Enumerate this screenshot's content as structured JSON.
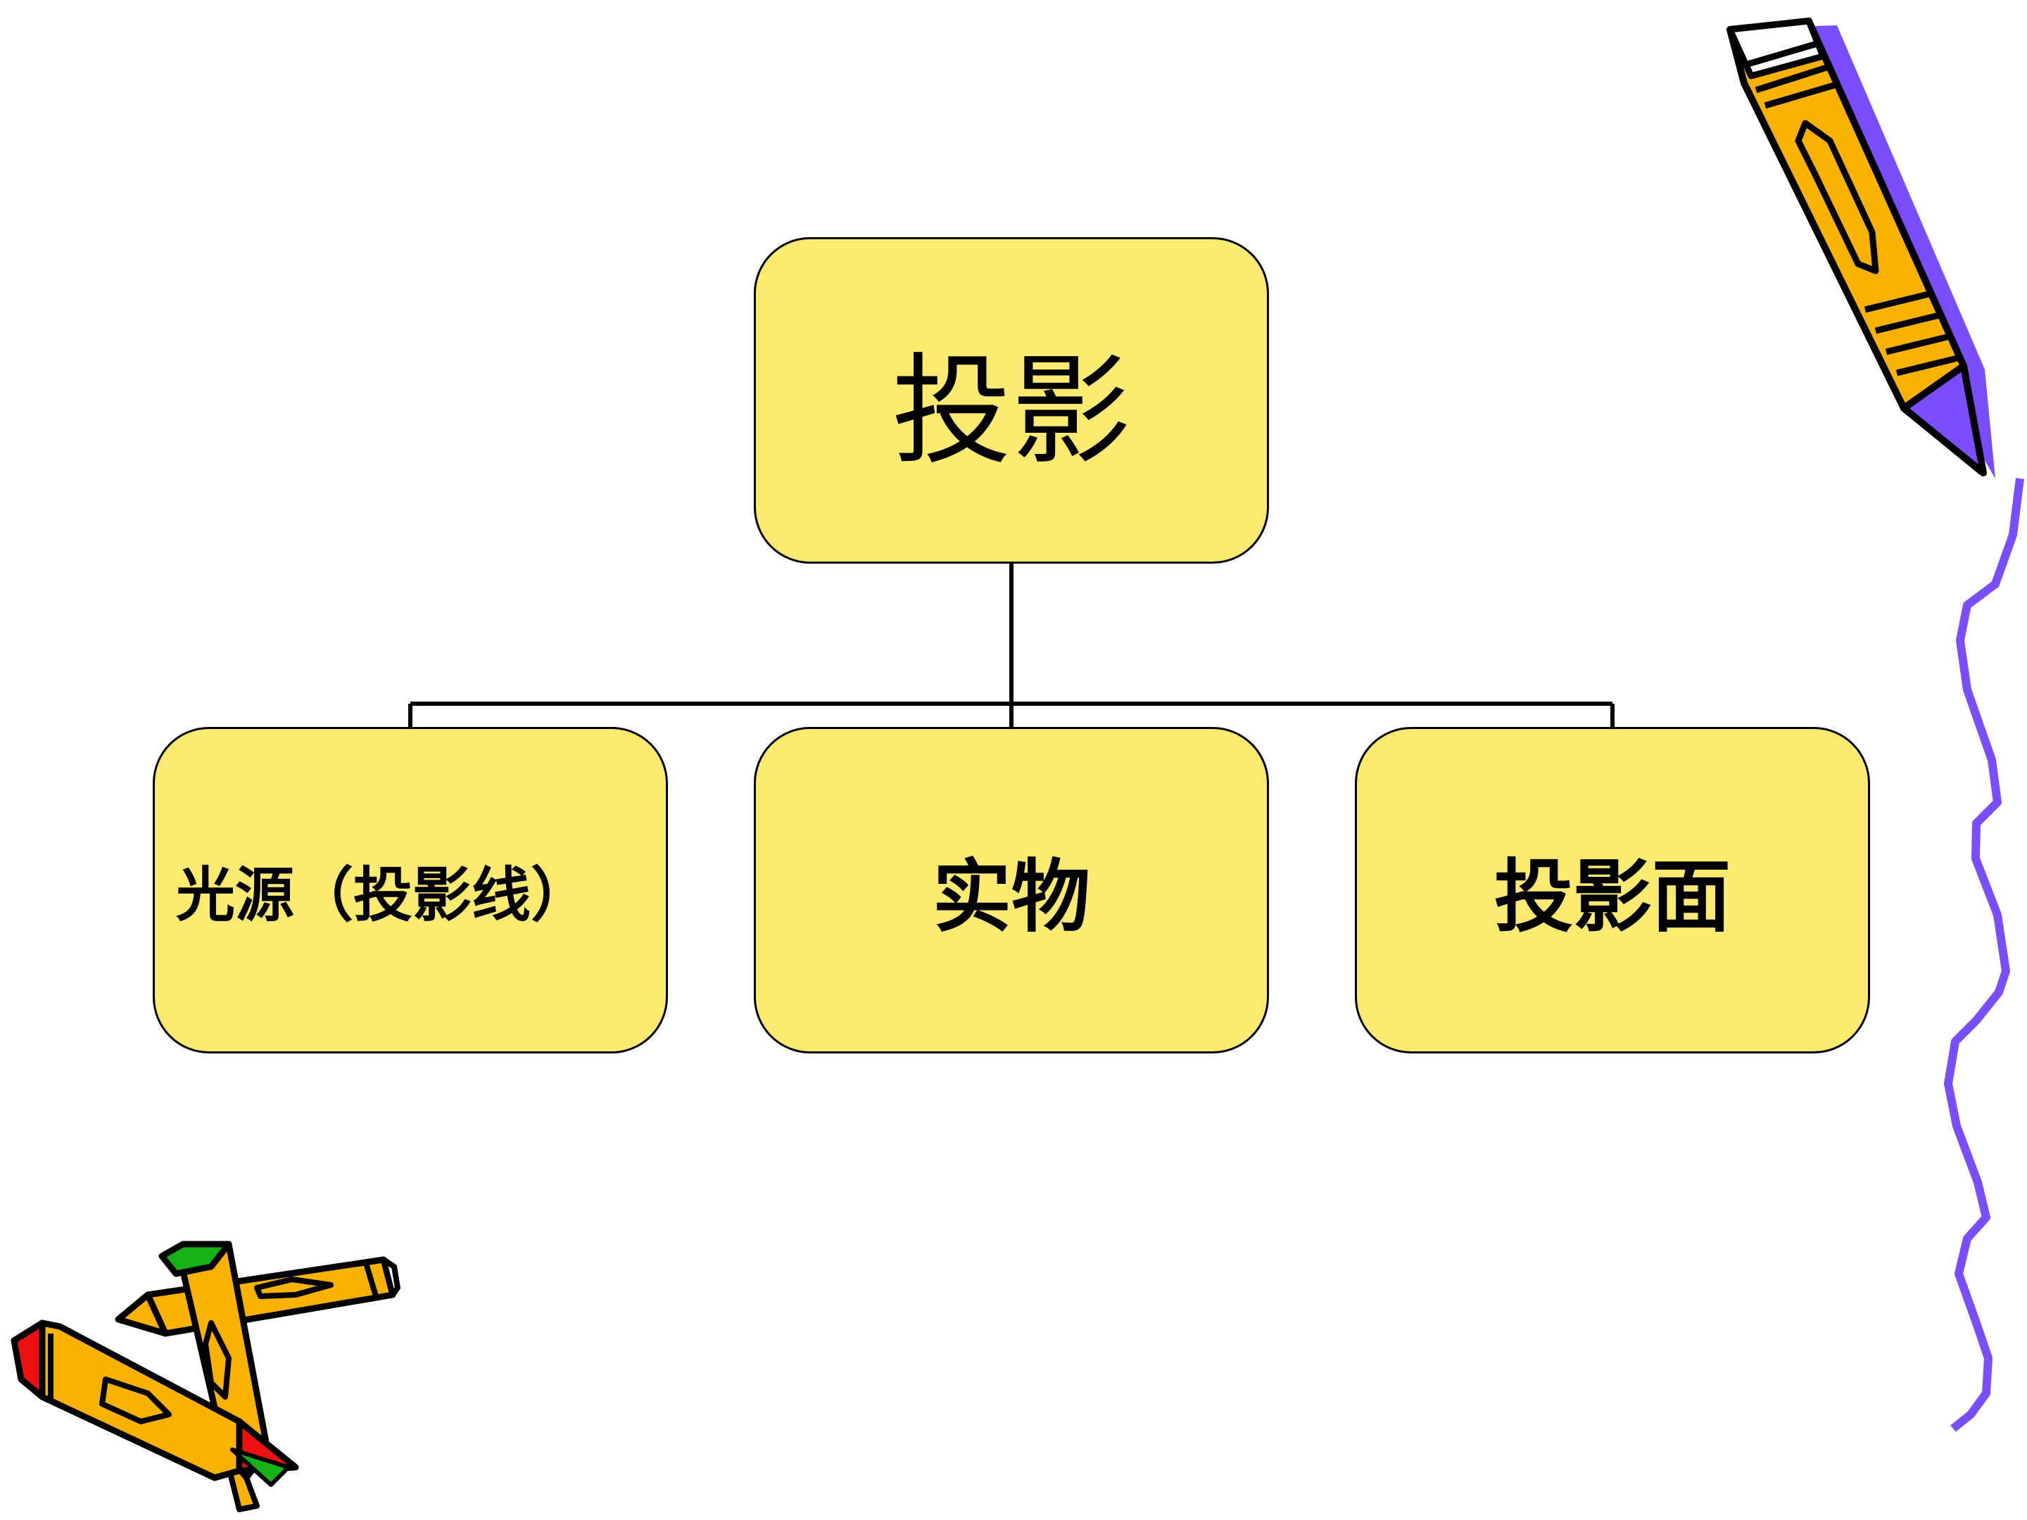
{
  "diagram": {
    "root": {
      "label": "投影"
    },
    "children": [
      {
        "label": "光源（投影线）"
      },
      {
        "label": "实物"
      },
      {
        "label": "投影面"
      }
    ]
  },
  "colors": {
    "box_fill": "#fbea70",
    "box_border": "#000000",
    "connector": "#000000",
    "pencil_yellow": "#f9b200",
    "accent_purple": "#7a4dff",
    "accent_red": "#ee1111",
    "accent_green": "#16b316"
  },
  "decorations": {
    "top_right_pencil": "pencil-icon",
    "right_edge_squiggle": "squiggle-line",
    "bottom_left_pencils": "pencil-icon"
  }
}
